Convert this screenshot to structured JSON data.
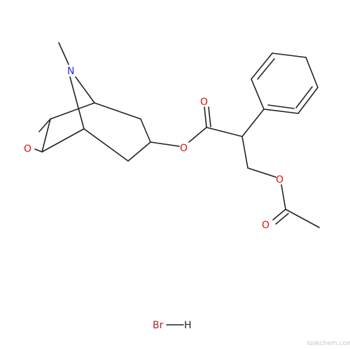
{
  "structure": {
    "atoms": {
      "nitrogen": "N",
      "epoxide_oxygen": "O",
      "ester_oxygen": "O",
      "carbonyl_oxygen": "O",
      "acetoxy_oxygen": "O",
      "acetyl_carbonyl_oxygen": "O"
    },
    "salt": {
      "bromine": "Br",
      "hydrogen": "H"
    }
  },
  "colors": {
    "bond": "#222222",
    "nitrogen": "#2b2bd6",
    "oxygen": "#e01010",
    "bromine": "#a52a2a",
    "watermark": "#c8c8c8"
  },
  "watermark": "lookchem.com"
}
